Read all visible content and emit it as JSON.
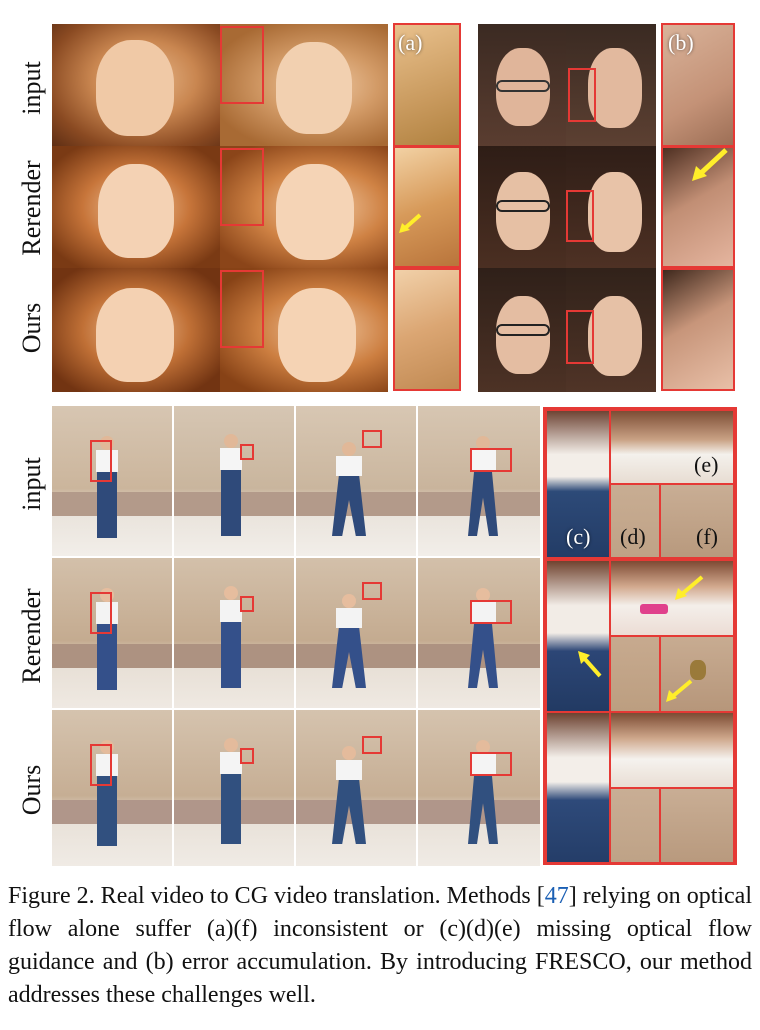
{
  "figure": {
    "row_labels_top": [
      "input",
      "Rerender",
      "Ours"
    ],
    "row_labels_bottom": [
      "input",
      "Rerender",
      "Ours"
    ],
    "panel_tags": [
      "(a)",
      "(b)",
      "(c)",
      "(d)",
      "(e)",
      "(f)"
    ]
  },
  "caption": {
    "prefix": "Figure 2.  Real video to CG video translation.  Methods [",
    "citation": "47",
    "middle": "] relying on optical flow alone suffer (a)(f) inconsistent or (c)(d)(e) missing optical flow guidance and (b) error accumulation. By introducing ",
    "method_name": "FRESCO",
    "suffix": ", our method addresses these challenges well."
  },
  "colors": {
    "highlight_box": "#e53935",
    "arrow": "#ffee2a",
    "citation": "#1a5fb4"
  }
}
